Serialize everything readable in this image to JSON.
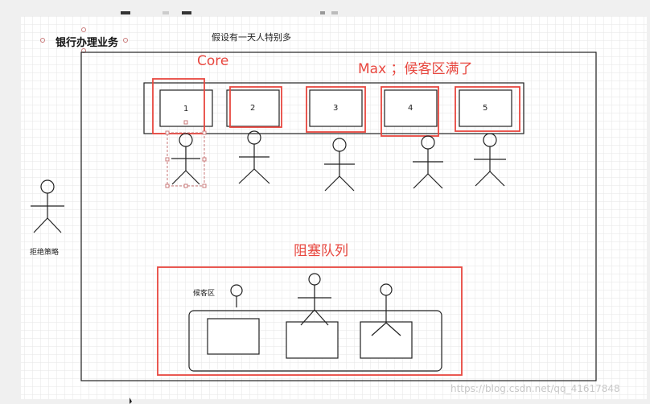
{
  "diagram": {
    "title": "银行办理业务",
    "note": "假设有一天人特别多",
    "core_label": "Core",
    "max_label": "Max ；候客区满了",
    "blocking_queue_label": "阻塞队列",
    "waiting_area_label": "候客区",
    "reject_label": "拒绝策略",
    "windows": [
      "1",
      "2",
      "3",
      "4",
      "5"
    ],
    "watermark": "https://blog.csdn.net/qq_41617848"
  },
  "colors": {
    "accent_red": "#e8473f",
    "line": "#222222",
    "selection": "#c97a7a"
  },
  "icons": [
    "person-icon",
    "selection-handle-icon"
  ]
}
